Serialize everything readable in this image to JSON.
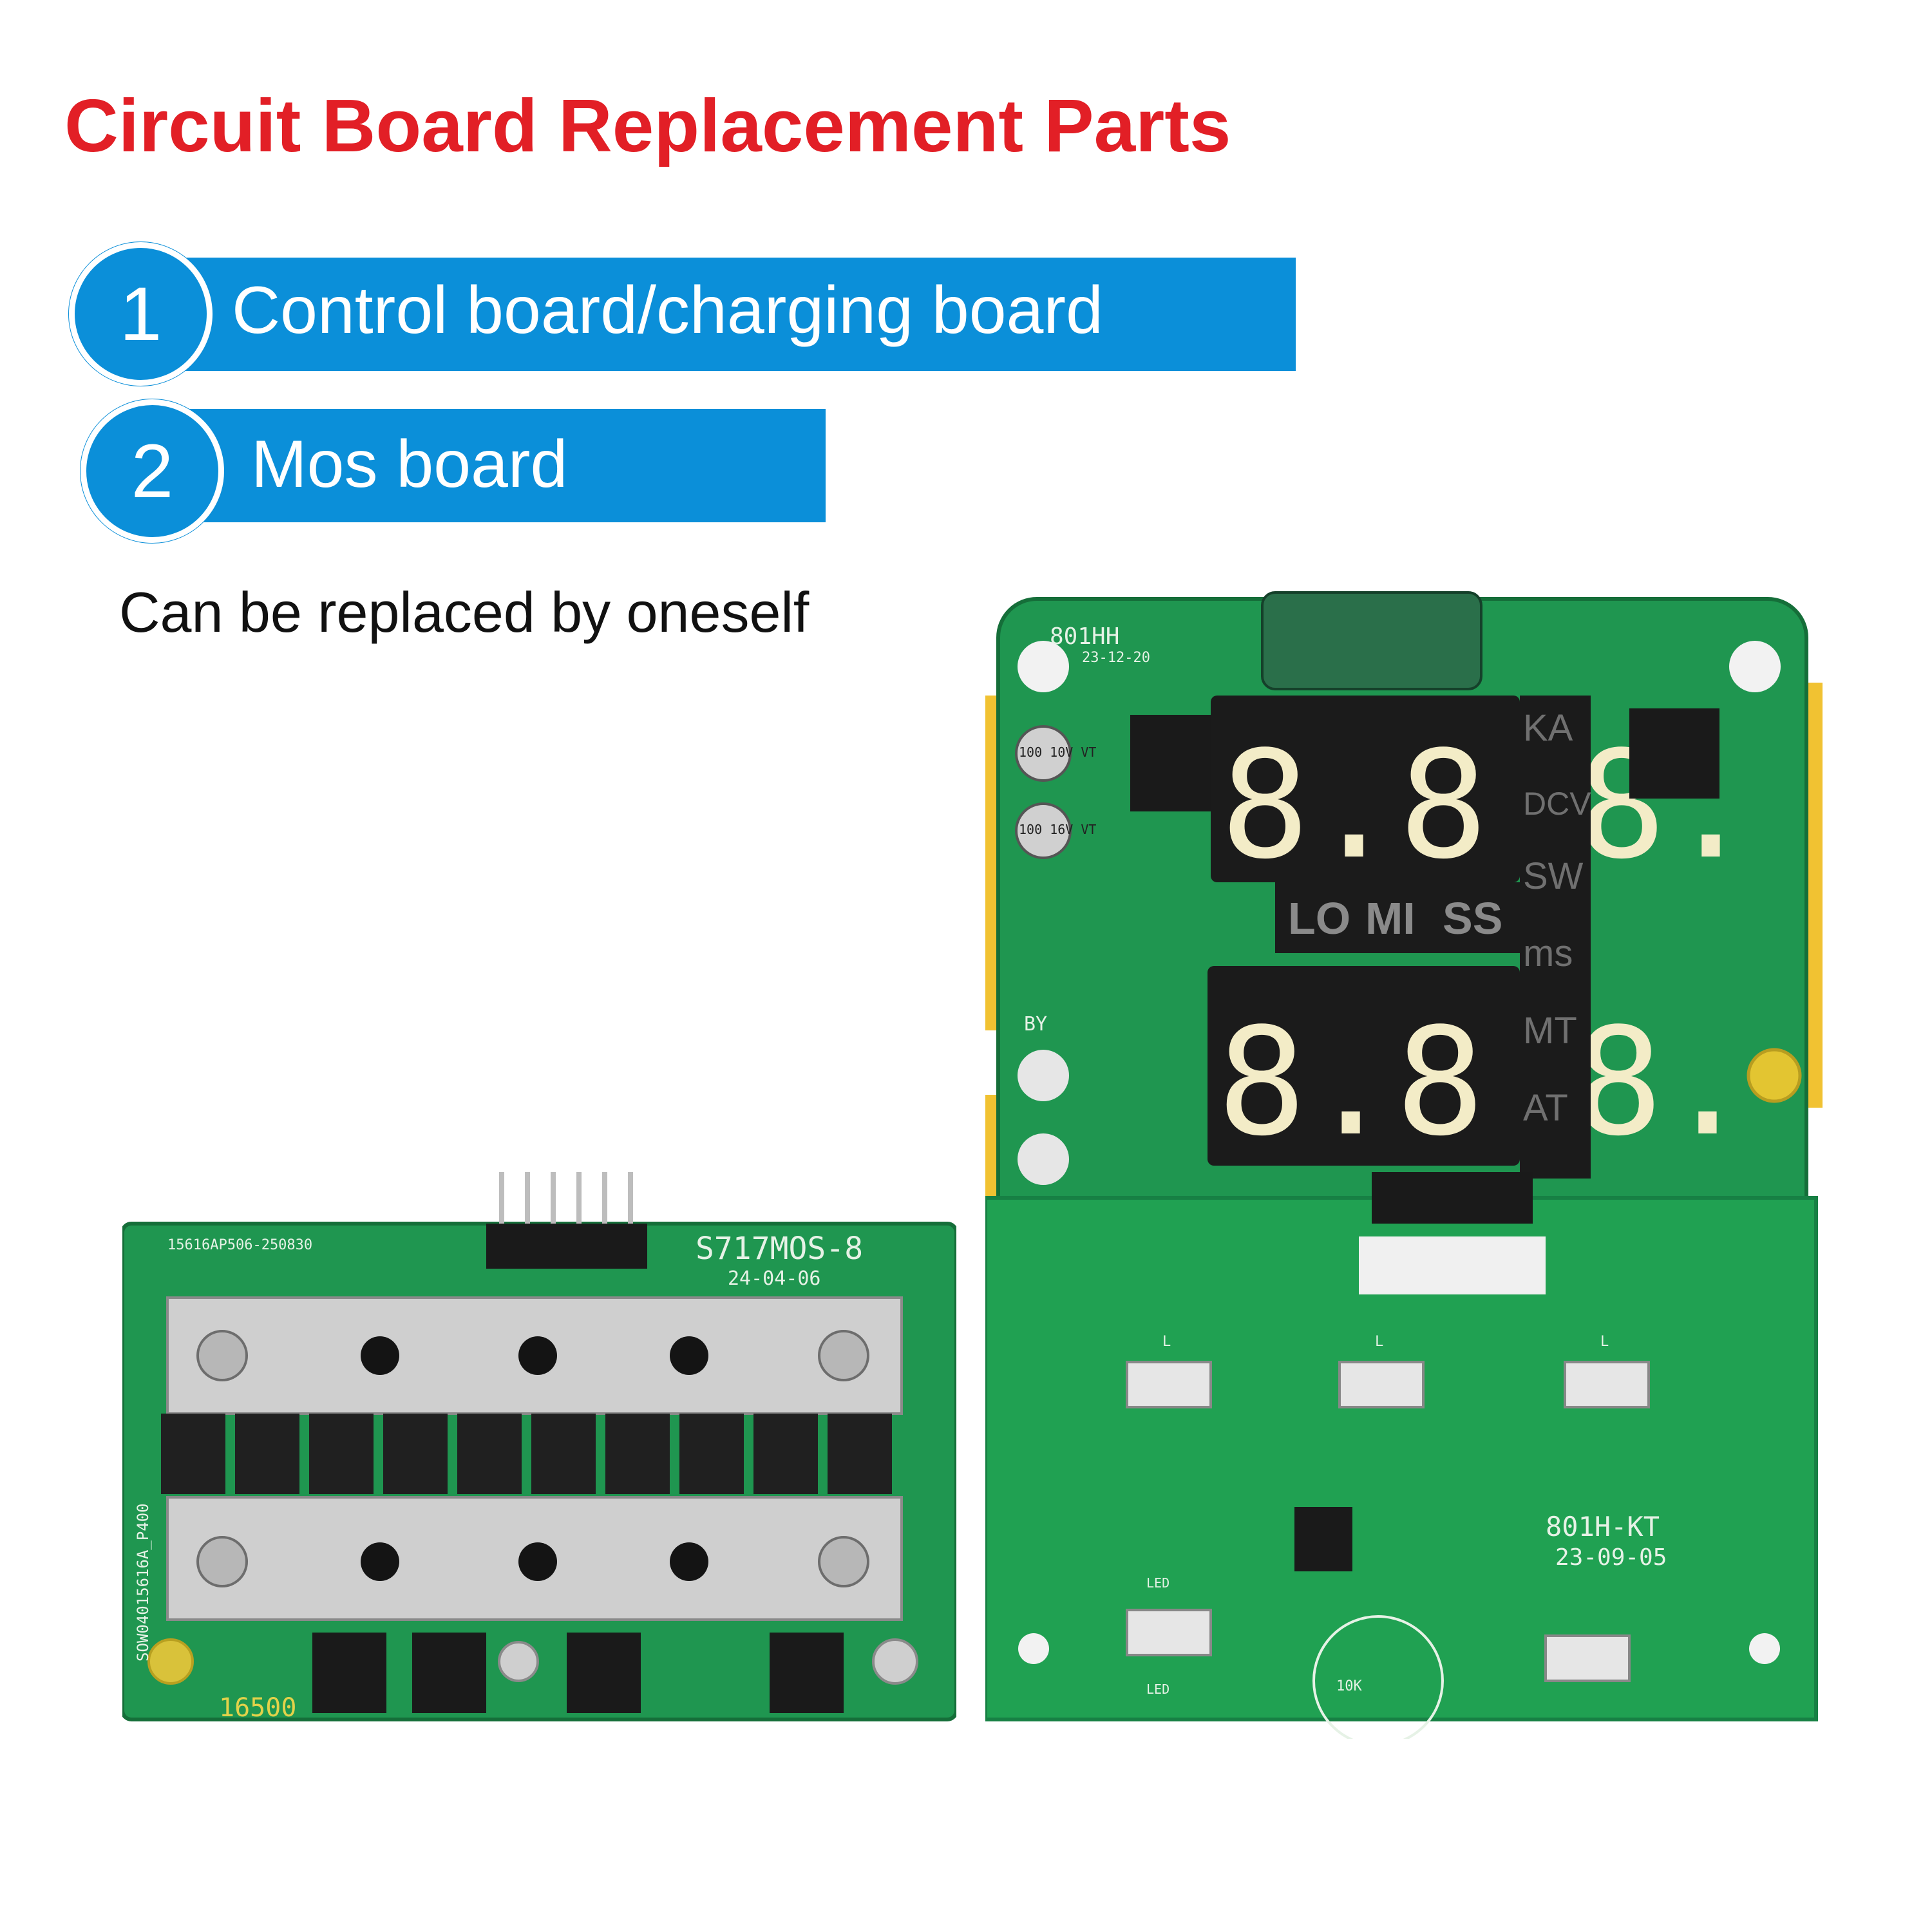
{
  "title": "Circuit Board Replacement Parts",
  "items": [
    {
      "number": "1",
      "label": "Control board/charging board"
    },
    {
      "number": "2",
      "label": "Mos board"
    }
  ],
  "note": "Can be replaced by oneself",
  "colors": {
    "title": "#e21f26",
    "accent": "#0b8fd9",
    "pcb": "#1e9a4e"
  },
  "mos_board": {
    "model": "S717MOS-8",
    "date": "24-04-06",
    "code": "15616AP506-250830",
    "side_code": "SOW04015616A_P400",
    "bottom_code": "16500"
  },
  "control_board": {
    "model": "801HH",
    "date": "23-12-20",
    "cap1": "100 10V VT",
    "cap2": "100 16V VT",
    "seg_digits": "8.8.8.",
    "mode_labels": [
      "LO",
      "MI",
      "SS"
    ],
    "unit_labels": [
      "KA",
      "DCV",
      "SW",
      "ms",
      "MT",
      "AT"
    ],
    "by": "BY",
    "lower_model": "801H-KT",
    "lower_date": "23-09-05",
    "pot": "10K",
    "led": "LED",
    "switch": "L"
  }
}
